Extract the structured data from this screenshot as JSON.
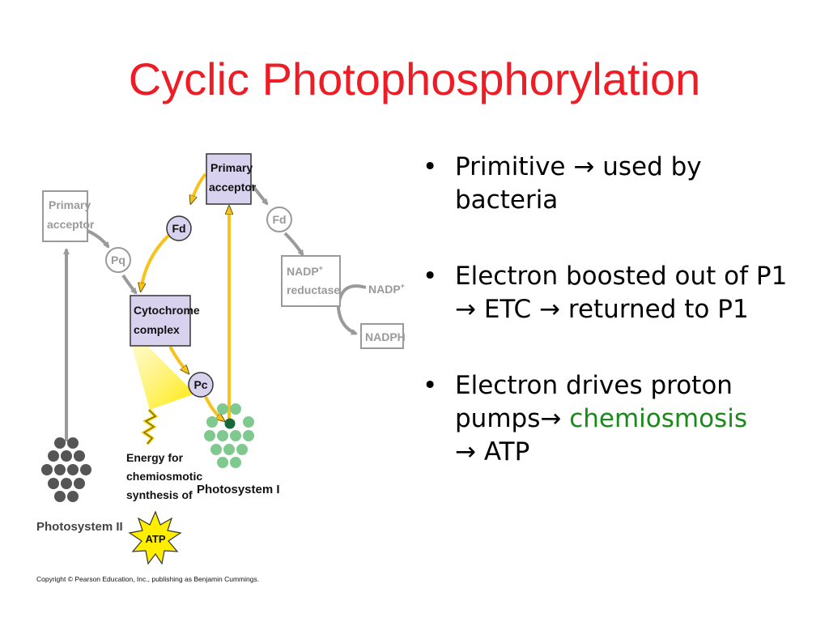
{
  "slide": {
    "title": "Cyclic Photophosphorylation"
  },
  "bullets": [
    {
      "parts": [
        "Primitive ",
        "→",
        " used by bacteria"
      ]
    },
    {
      "parts": [
        "Electron boosted out of P1 ",
        "→",
        " ETC ",
        "→",
        " returned to P1"
      ]
    },
    {
      "parts": [
        "Electron drives proton pumps",
        "→",
        " ",
        "chemiosmosis",
        " ",
        "→",
        " ATP"
      ]
    }
  ],
  "diagram": {
    "ps2_primary_acceptor": [
      "Primary",
      "acceptor"
    ],
    "ps1_primary_acceptor": [
      "Primary",
      "acceptor"
    ],
    "pq": "Pq",
    "fd_active": "Fd",
    "fd_faded": "Fd",
    "cytochrome_complex": [
      "Cytochrome",
      "complex"
    ],
    "pc": "Pc",
    "nadp_reductase": [
      "NADP",
      "reductase"
    ],
    "nadp_plus": "NADP",
    "nadph": "NADPH",
    "energy_label": [
      "Energy for",
      "chemiosmotic",
      "synthesis of"
    ],
    "atp": "ATP",
    "photosystem_1": "Photosystem I",
    "photosystem_2": "Photosystem II",
    "copyright": "Copyright © Pearson Education, Inc., publishing as Benjamin Cummings."
  },
  "colors": {
    "title": "#ee1c25",
    "chemiosmosis": "#1a8a1a",
    "active_box": "#d9d2ee",
    "faded": "#9a9a9a",
    "arrow_yellow": "#f7c21c",
    "ps1_dots": "#7fc98f",
    "ps2_dots": "#555555"
  }
}
